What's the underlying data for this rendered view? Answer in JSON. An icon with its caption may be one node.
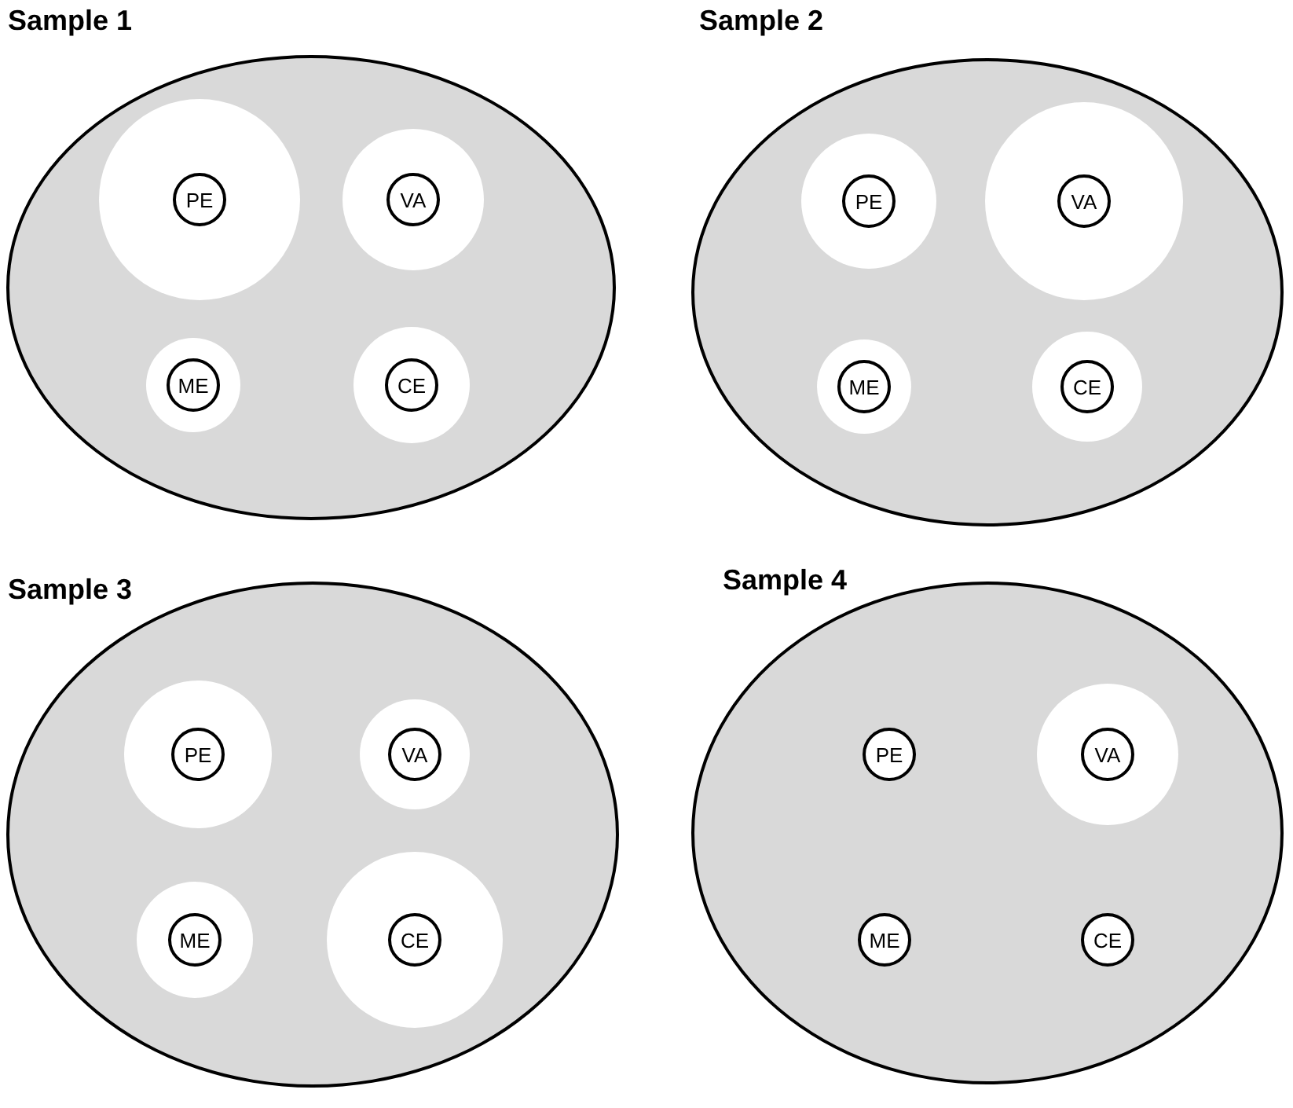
{
  "diagram": {
    "nodes": [
      {
        "text": [
          "Sample 1"
        ]
      },
      {
        "text": [
          "PE"
        ],
        "in": 0
      },
      {
        "text": [
          "VA"
        ],
        "in": 0
      },
      {
        "text": [
          "ME"
        ],
        "in": 0
      },
      {
        "text": [
          "CE"
        ],
        "in": 0
      },
      {
        "text": [
          "Sample 2"
        ]
      },
      {
        "text": [
          "PE"
        ],
        "in": 5
      },
      {
        "text": [
          "VA"
        ],
        "in": 5
      },
      {
        "text": [
          "ME"
        ],
        "in": 5
      },
      {
        "text": [
          "CE"
        ],
        "in": 5
      },
      {
        "text": [
          "Sample 3"
        ]
      },
      {
        "text": [
          "PE"
        ],
        "in": 10
      },
      {
        "text": [
          "VA"
        ],
        "in": 10
      },
      {
        "text": [
          "ME"
        ],
        "in": 10
      },
      {
        "text": [
          "CE"
        ],
        "in": 10
      },
      {
        "text": [
          "Sample 4"
        ]
      },
      {
        "text": [
          "PE"
        ],
        "in": 15
      },
      {
        "text": [
          "VA"
        ],
        "in": 15
      },
      {
        "text": [
          "ME"
        ],
        "in": 15
      },
      {
        "text": [
          "CE"
        ],
        "in": 15
      }
    ]
  }
}
